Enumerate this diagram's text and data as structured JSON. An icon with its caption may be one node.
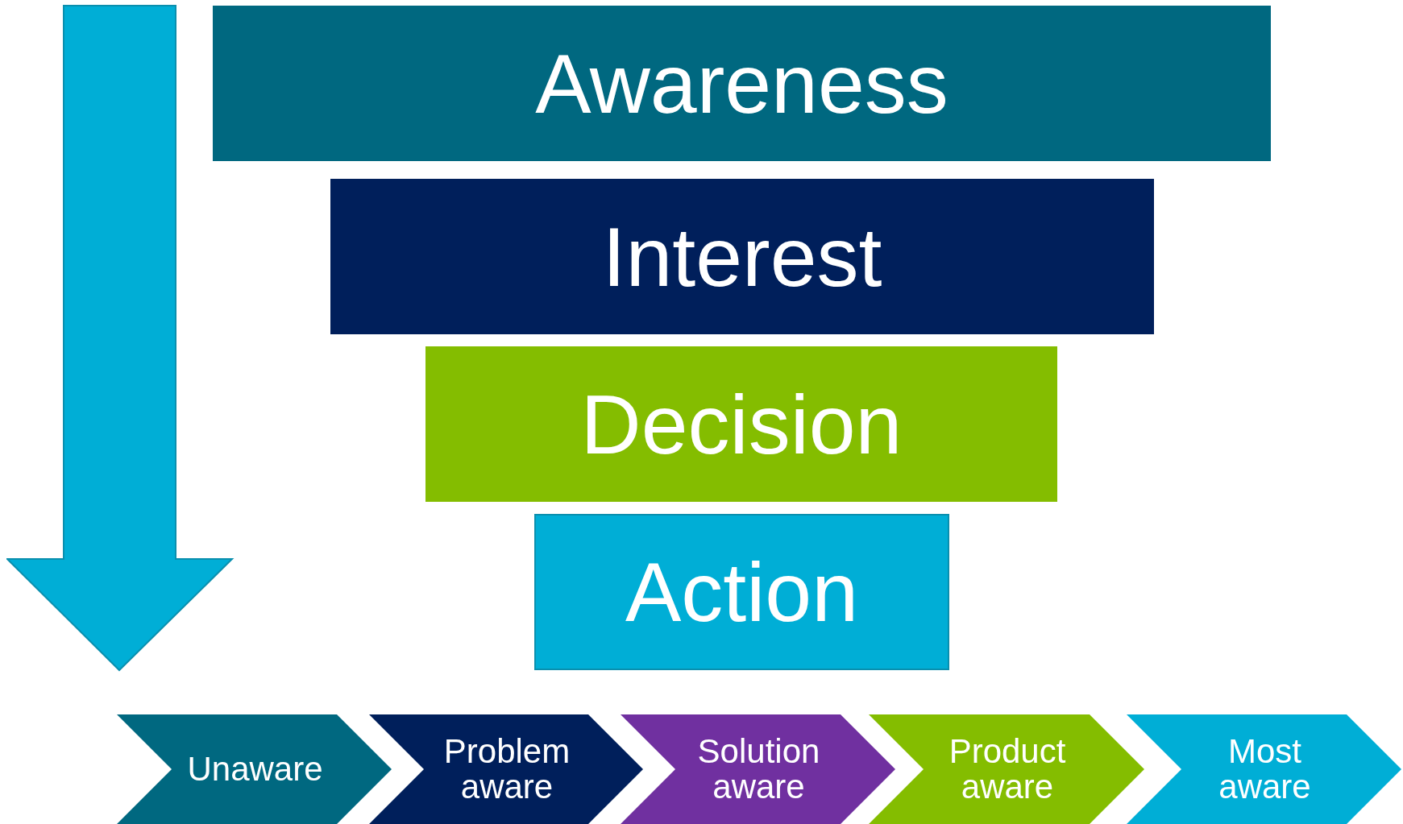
{
  "diagram": {
    "nodes": [
      {
        "text": [
          "Awareness"
        ]
      },
      {
        "text": [
          "Interest"
        ]
      },
      {
        "text": [
          "Decision"
        ]
      },
      {
        "text": [
          "Action"
        ]
      },
      {
        "text": [
          "Unaware"
        ]
      },
      {
        "text": [
          "Problem aware"
        ]
      },
      {
        "text": [
          "Solution aware"
        ]
      },
      {
        "text": [
          "Product aware"
        ]
      },
      {
        "text": [
          "Most aware"
        ]
      }
    ]
  }
}
